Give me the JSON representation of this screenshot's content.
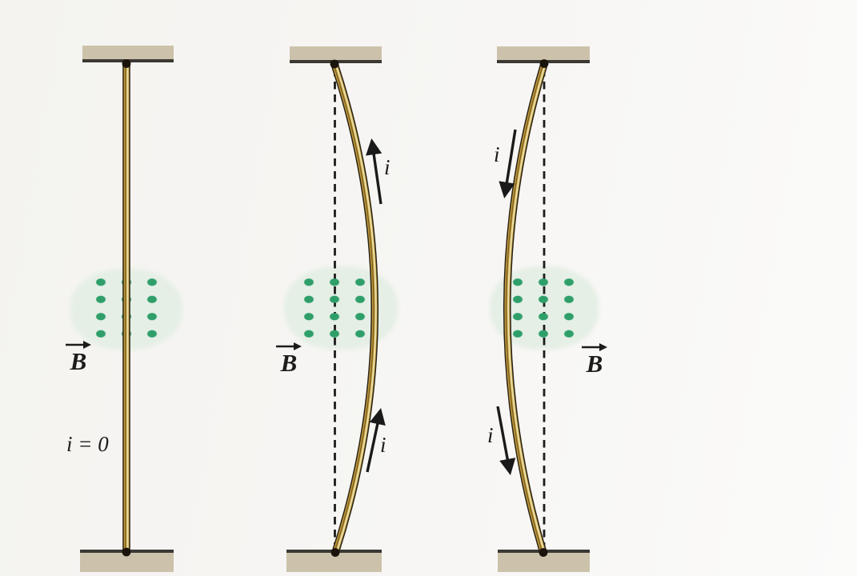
{
  "figure": {
    "kind": "physics-diagram",
    "subject": "flexible wire between two supports in a magnetic field (out of page)"
  },
  "colors": {
    "background": "#f7f6f4",
    "support": "#ccc2ab",
    "support_edge": "#3b3933",
    "wire_outline": "#2b2315",
    "wire_gold": "#c39d40",
    "wire_highlight": "#eadfa6",
    "field_dot_green": "#2f9f6a",
    "field_region_green": "#e5efe6",
    "label_black": "#1d1c1a"
  },
  "panels": [
    {
      "id": "panel-no-current",
      "field_symbol": "B",
      "current_label": "i = 0",
      "wire_shape": "straight"
    },
    {
      "id": "panel-current-up",
      "field_symbol": "B",
      "current_symbol_upper": "i",
      "current_symbol_lower": "i",
      "current_direction": "up",
      "wire_shape": "bulges-right"
    },
    {
      "id": "panel-current-down",
      "field_symbol": "B",
      "current_symbol_upper": "i",
      "current_symbol_lower": "i",
      "current_direction": "down",
      "wire_shape": "bulges-left"
    }
  ]
}
